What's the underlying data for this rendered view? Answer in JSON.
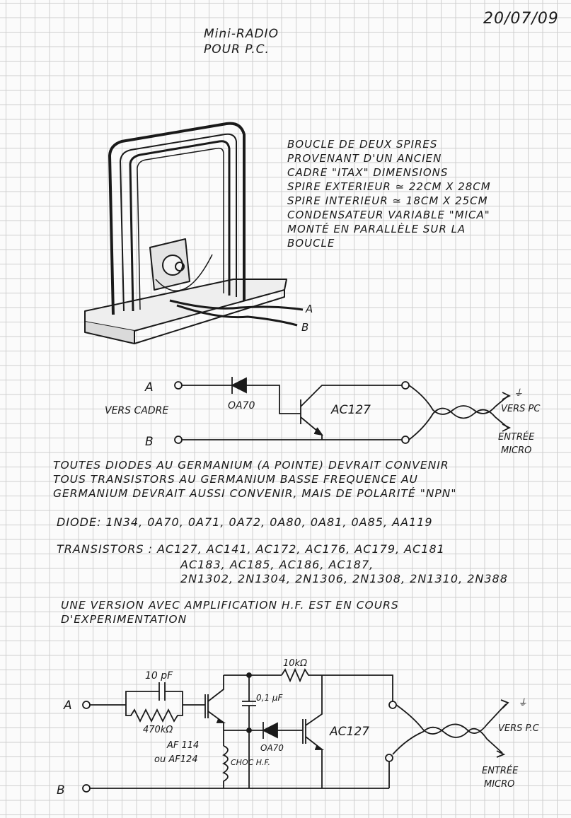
{
  "header": {
    "date": "20/07/09",
    "title_line1": "Mini-RADIO",
    "title_line2": "POUR P.C."
  },
  "photo_notes": [
    "BOUCLE DE DEUX SPIRES",
    "PROVENANT D'UN ANCIEN",
    "CADRE \"ITAX\" DIMENSIONS",
    "SPIRE EXTERIEUR ≃ 22CM X 28CM",
    "SPIRE INTERIEUR ≃ 18CM X 25CM",
    "CONDENSATEUR VARIABLE \"MICA\"",
    "MONTÉ EN PARALLÈLE SUR LA",
    "BOUCLE"
  ],
  "frame_labels": {
    "a": "A",
    "b": "B"
  },
  "circuit1": {
    "a": "A",
    "b": "B",
    "vers_cadre": "VERS CADRE",
    "diode": "OA70",
    "transistor": "AC127",
    "ground": "⏚",
    "vers_pc": "VERS PC",
    "entree_line1": "ENTRÉE",
    "entree_line2": "MICRO"
  },
  "notes": [
    "TOUTES DIODES AU GERMANIUM (A POINTE) DEVRAIT CONVENIR",
    "TOUS TRANSISTORS AU GERMANIUM BASSE FREQUENCE AU",
    "GERMANIUM DEVRAIT AUSSI CONVENIR, MAIS DE POLARITÉ \"NPN\""
  ],
  "diode_list": "DIODE: 1N34, 0A70, 0A71, 0A72, 0A80, 0A81, 0A85, AA119",
  "transistor_list": [
    "TRANSISTORS : AC127, AC141, AC172, AC176, AC179, AC181",
    "AC183, AC185, AC186, AC187,",
    "2N1302, 2N1304, 2N1306, 2N1308, 2N1310, 2N388"
  ],
  "version_note": [
    "UNE VERSION AVEC AMPLIFICATION H.F. EST EN COURS",
    "D'EXPERIMENTATION"
  ],
  "circuit2": {
    "a": "A",
    "b": "B",
    "cap1": "10 pF",
    "res1": "470kΩ",
    "transistor1_line1": "AF 114",
    "transistor1_line2": "ou AF124",
    "res2": "10kΩ",
    "cap2": "0,1 μF",
    "diode": "OA70",
    "choke": "CHOC H.F.",
    "transistor2": "AC127",
    "ground": "⏚",
    "vers_pc": "VERS P.C",
    "entree_line1": "ENTRÉE",
    "entree_line2": "MICRO"
  }
}
